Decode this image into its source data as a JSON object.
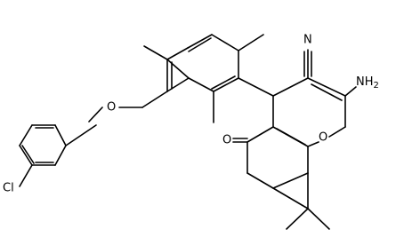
{
  "atoms": {
    "cl": "Cl",
    "o_ether": "O",
    "n_nitrile": "N",
    "nh2": "NH",
    "nh2_sub": "2",
    "o_ring": "O",
    "o_keto": "O"
  }
}
